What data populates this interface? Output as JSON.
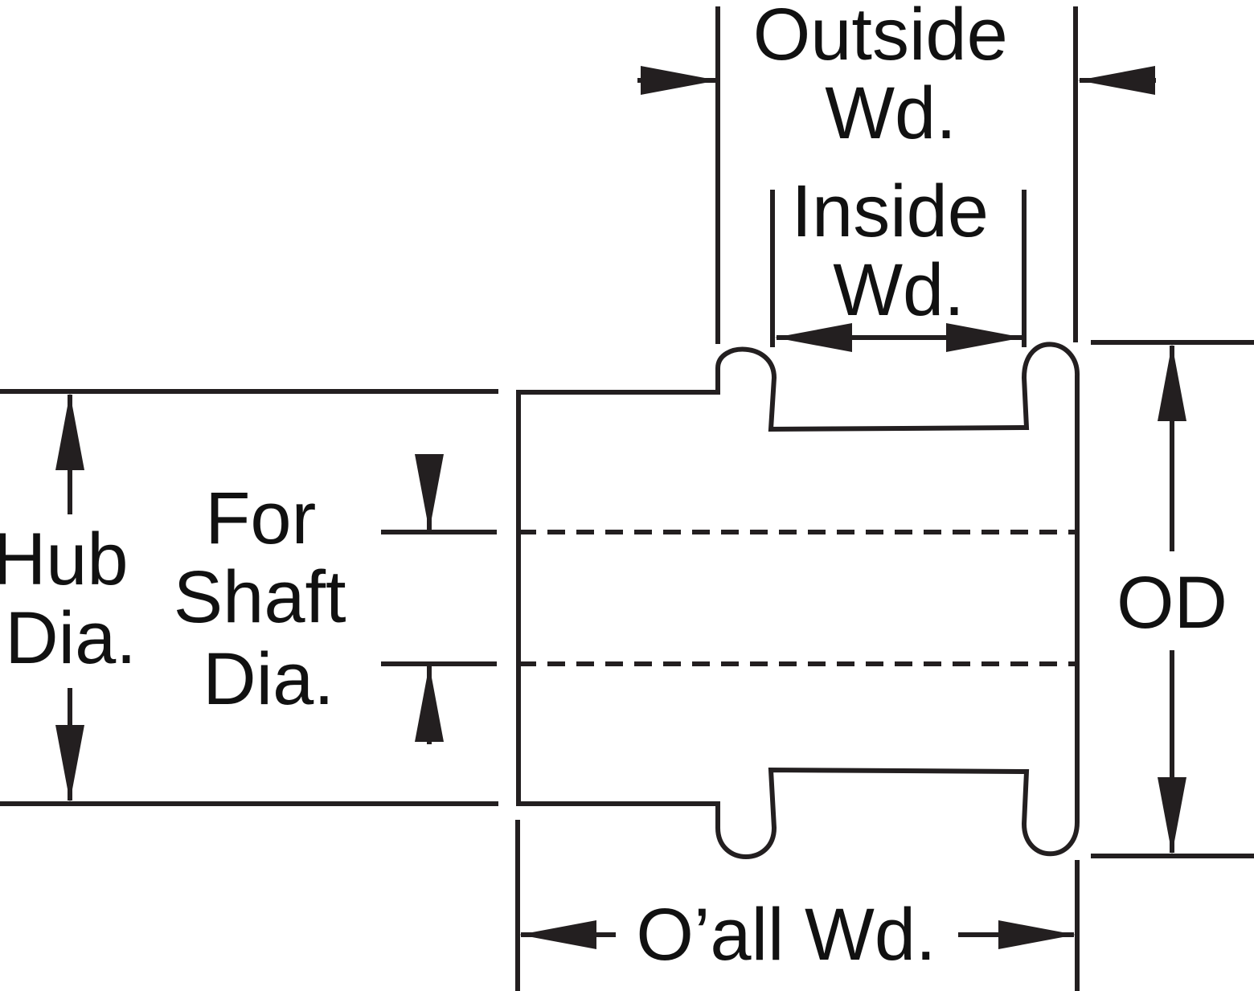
{
  "labels": {
    "outside_wd": [
      "Outside",
      "Wd."
    ],
    "inside_wd": [
      "Inside",
      "Wd."
    ],
    "hub_dia": [
      "Hub",
      "Dia."
    ],
    "for_shaft_dia": [
      "For",
      "Shaft",
      "Dia."
    ],
    "od": "OD",
    "overall_wd": "O’all Wd."
  },
  "colors": {
    "line": "#231f20",
    "text": "#111111",
    "background": "#ffffff"
  }
}
